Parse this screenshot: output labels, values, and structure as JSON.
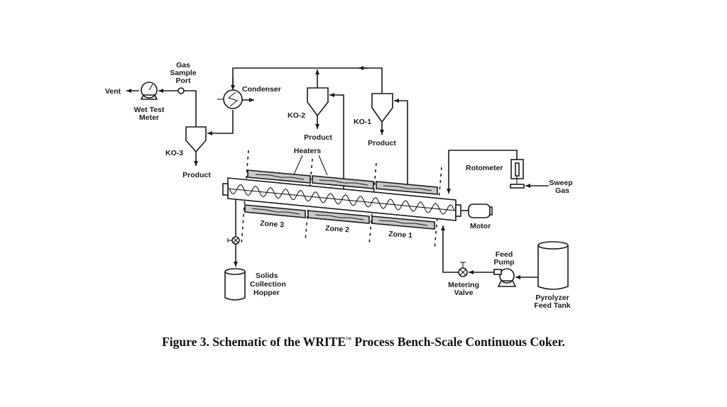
{
  "labels": {
    "vent": "Vent",
    "gas_sample_port": [
      "Gas",
      "Sample",
      "Port"
    ],
    "wet_test_meter": [
      "Wet Test",
      "Meter"
    ],
    "condenser": "Condenser",
    "ko3": "KO-3",
    "ko2": "KO-2",
    "ko1": "KO-1",
    "product_ko3": "Product",
    "product_ko2": "Product",
    "product_ko1": "Product",
    "heaters": "Heaters",
    "rotometer": "Rotometer",
    "sweep_gas": [
      "Sweep",
      "Gas"
    ],
    "motor": "Motor",
    "zone3": "Zone 3",
    "zone2": "Zone 2",
    "zone1": "Zone 1",
    "solids_hopper": [
      "Solids",
      "Collection",
      "Hopper"
    ],
    "feed_pump": [
      "Feed",
      "Pump"
    ],
    "metering_valve": [
      "Metering",
      "Valve"
    ],
    "feed_tank": [
      "Pyrolyzer",
      "Feed Tank"
    ]
  },
  "caption": {
    "prefix": "Figure 3.  Schematic of the WRITE",
    "trademark": "™",
    "suffix": " Process Bench-Scale Continuous Coker."
  }
}
